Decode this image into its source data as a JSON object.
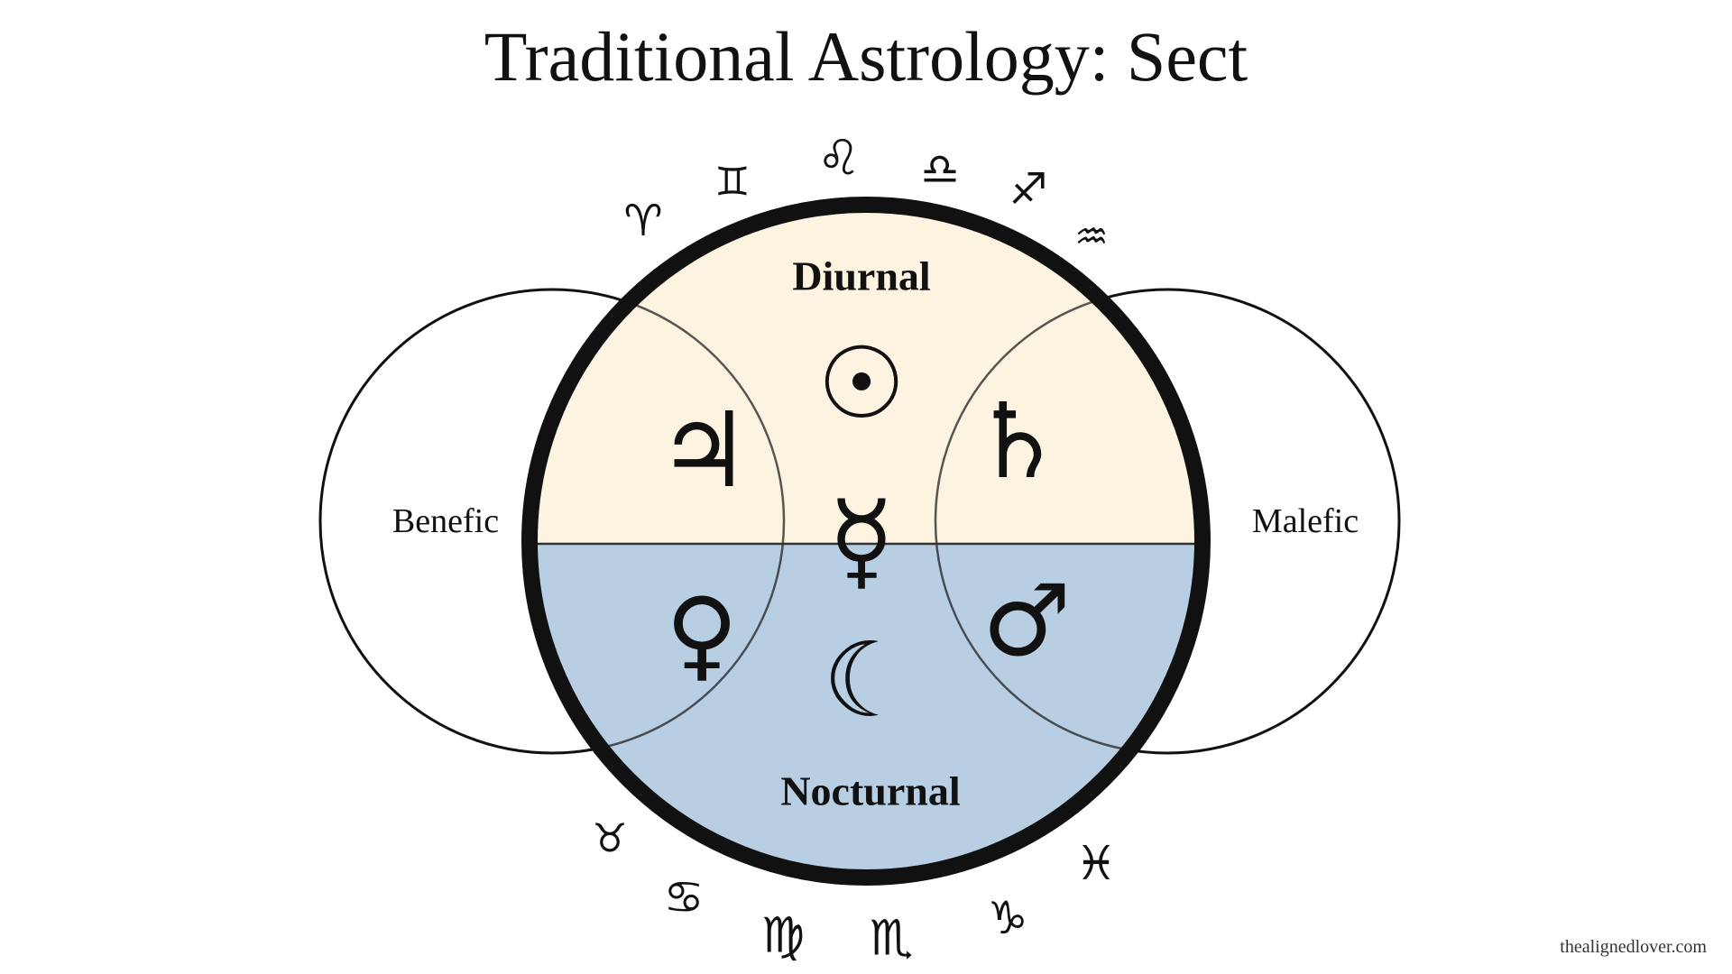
{
  "title": "Traditional Astrology: Sect",
  "credit": "thealignedlover.com",
  "colors": {
    "diurnal_fill": "#fdf3e1",
    "nocturnal_fill": "#b8cfe3",
    "outline": "#111111"
  },
  "halves": {
    "diurnal": "Diurnal",
    "nocturnal": "Nocturnal"
  },
  "sides": {
    "benefic": "Benefic",
    "malefic": "Malefic"
  },
  "planets": {
    "sun": "☉",
    "jupiter": "♃",
    "saturn": "♄",
    "mercury": "☿",
    "venus": "♀",
    "mars": "♂",
    "moon": "☾"
  },
  "zodiac": {
    "aries": "♈",
    "gemini": "♊",
    "leo": "♌",
    "libra": "♎",
    "sagittarius": "♐",
    "aquarius": "♒",
    "taurus": "♉",
    "cancer": "♋",
    "virgo": "♍",
    "scorpio": "♏",
    "capricorn": "♑",
    "pisces": "♓"
  }
}
